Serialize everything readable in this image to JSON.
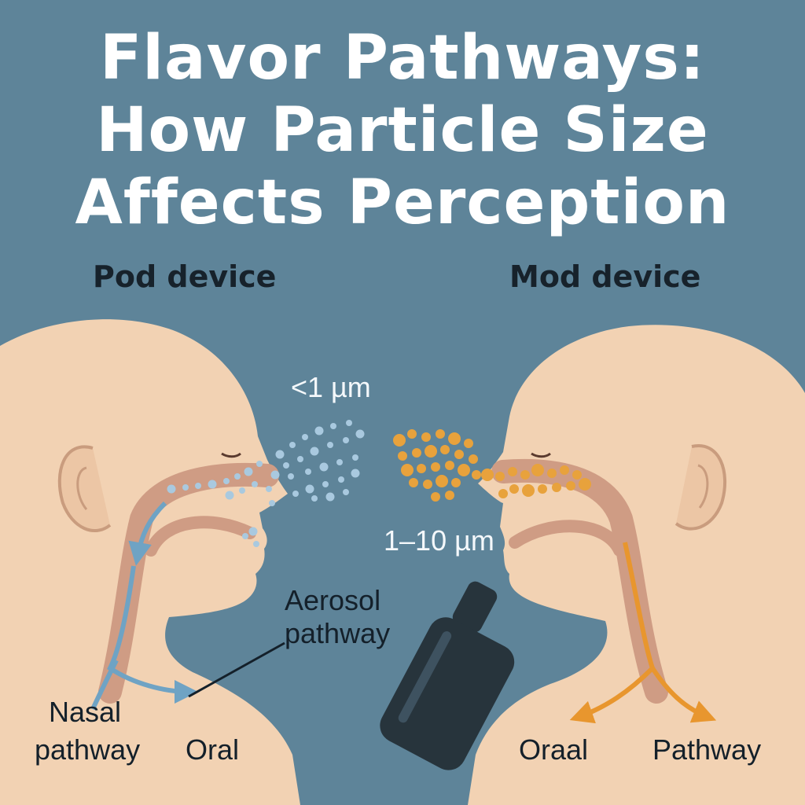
{
  "title": {
    "line1": "Flavor Pathways:",
    "line2": "How Particle Size",
    "line3": "Affects Perception"
  },
  "pod": {
    "label": "Pod device",
    "particle_size": "<1 µm",
    "particle_color": "#a9c9df",
    "pathway_color": "#6fa3c4"
  },
  "mod": {
    "label": "Mod device",
    "particle_size": "1–10 µm",
    "particle_color": "#e8a23c",
    "pathway_color": "#e8962e"
  },
  "labels": {
    "aerosol_line1": "Aerosol",
    "aerosol_line2": "pathway",
    "nasal_line1": "Nasal",
    "nasal_line2": "pathway",
    "oral_left": "Oral",
    "oral_right": "Oraal",
    "pathway_right": "Pathway"
  },
  "colors": {
    "background": "#5e8499",
    "skin": "#f2d2b3",
    "airway": "#cf9c84",
    "device": "#27343c"
  }
}
